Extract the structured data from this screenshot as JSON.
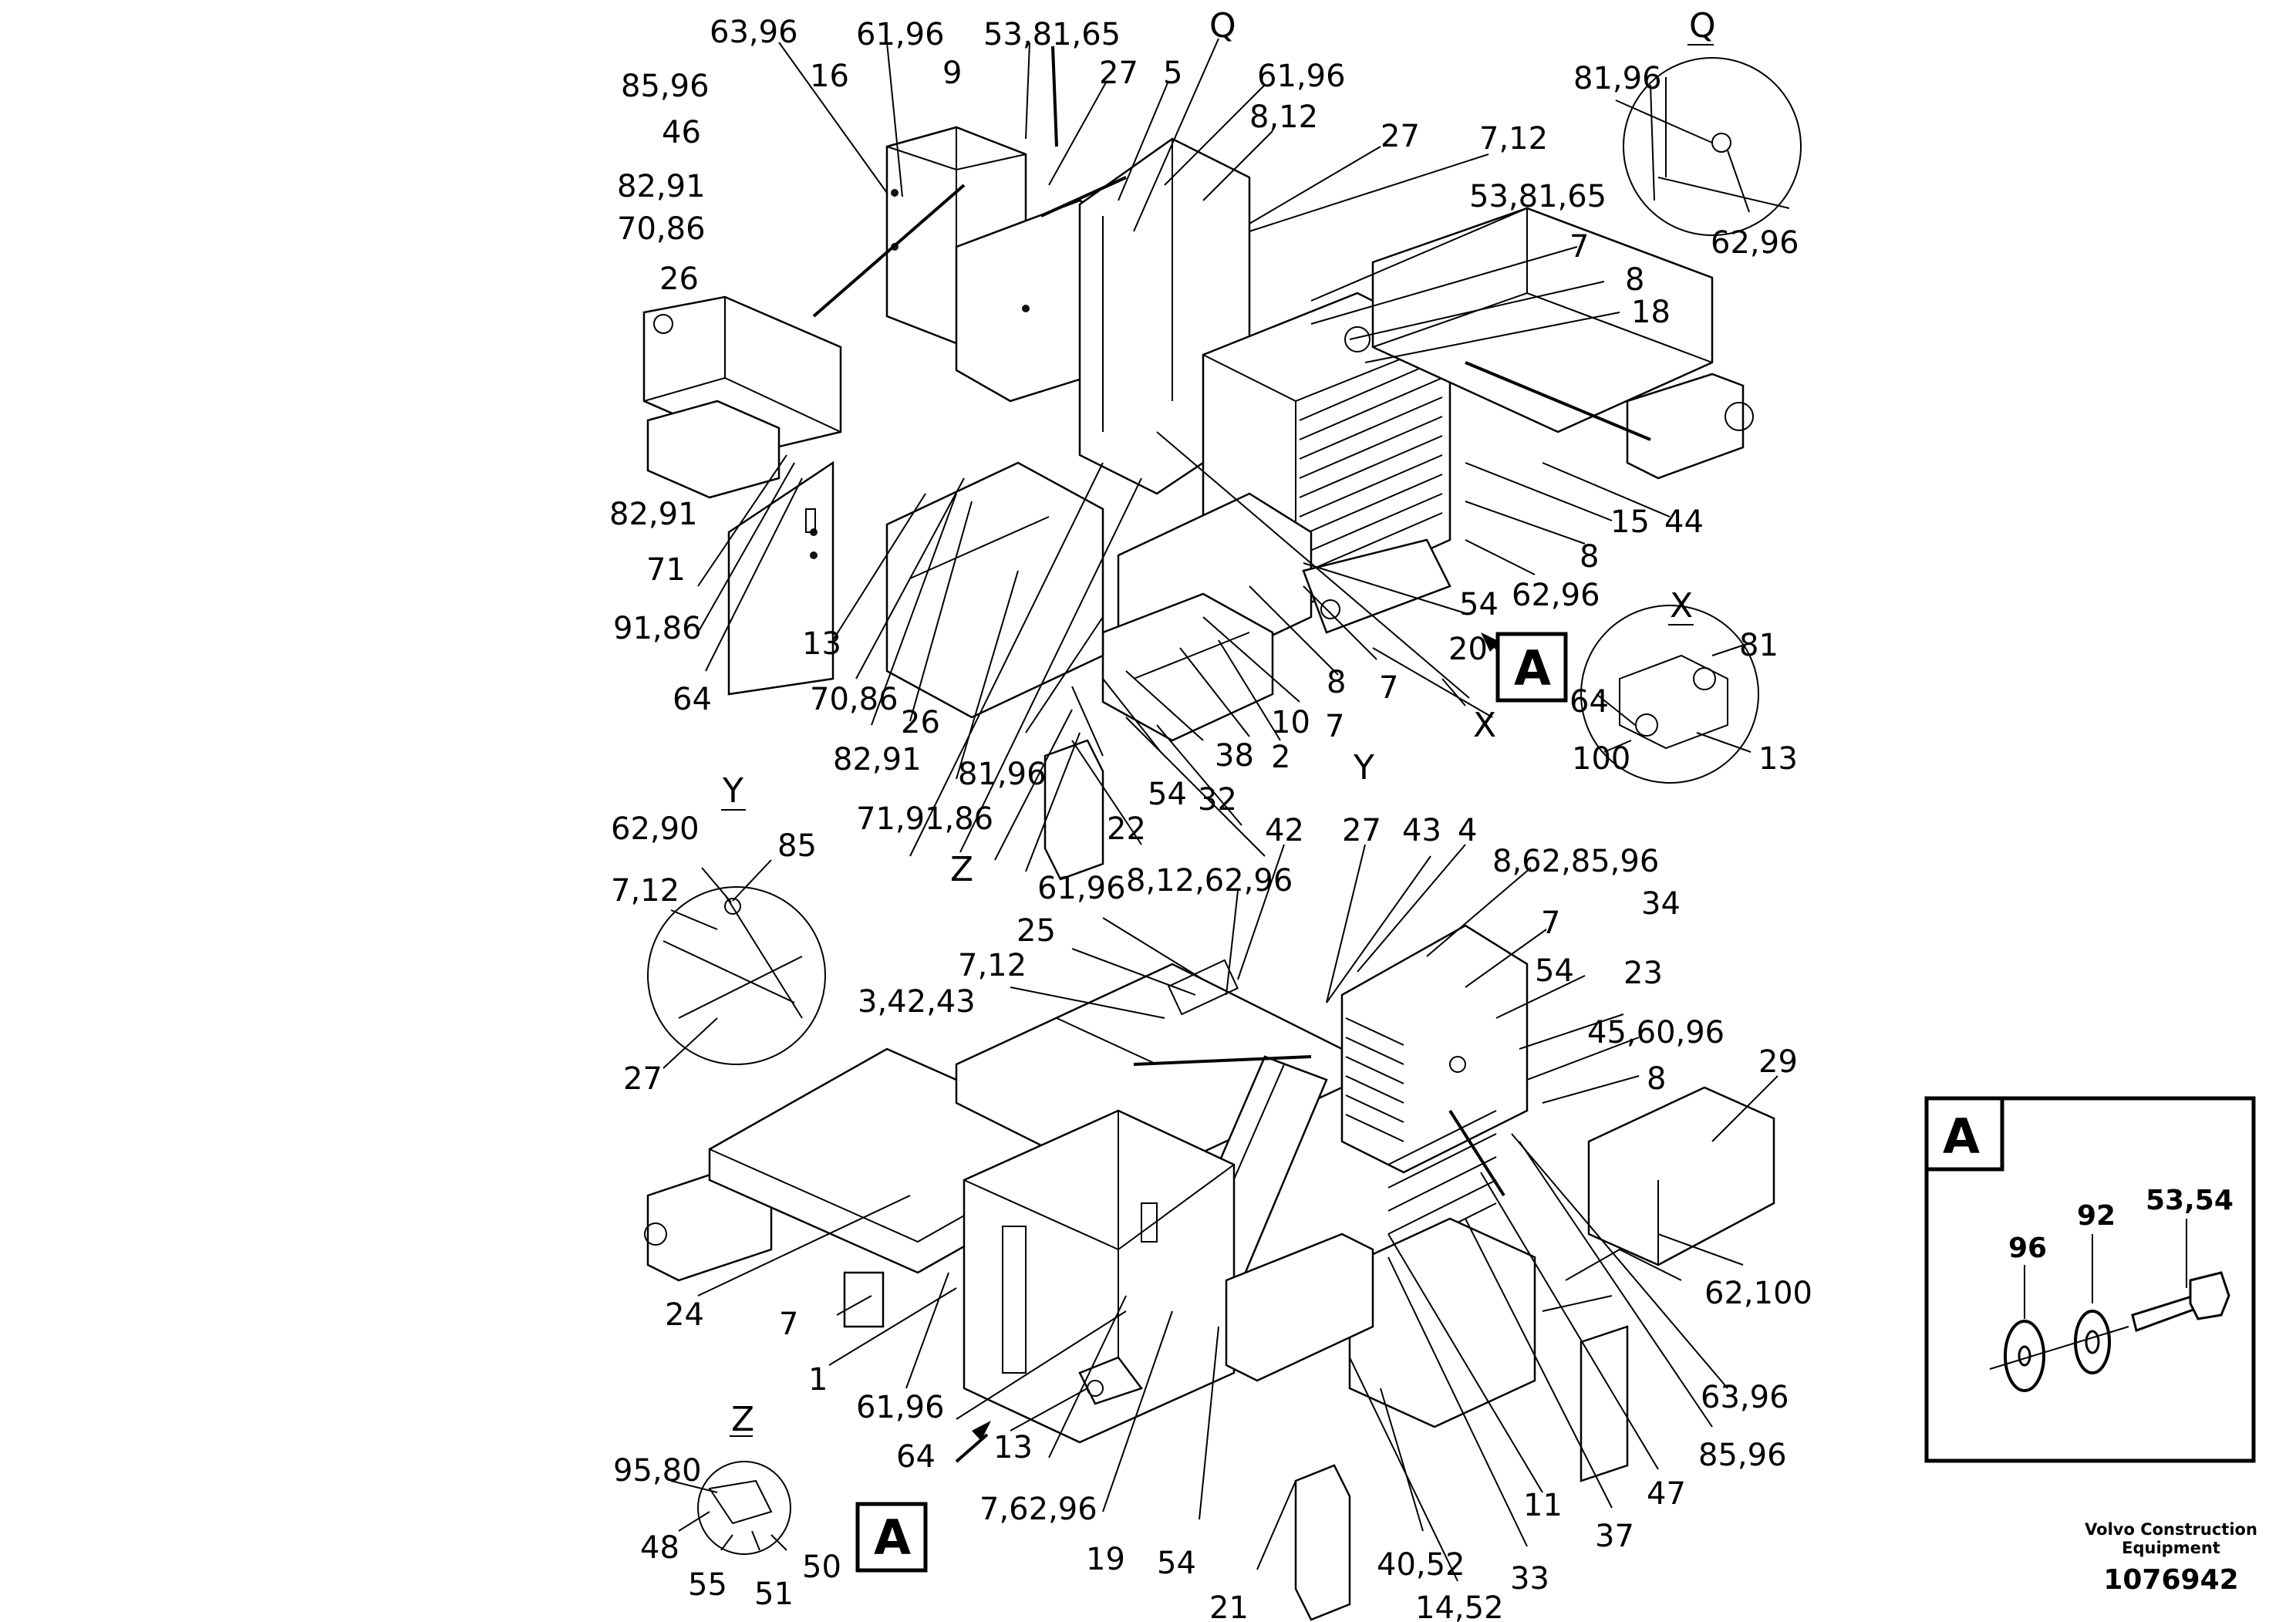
{
  "drawing": {
    "callouts_upper": [
      "63,96",
      "61,96",
      "53,81,65",
      "27",
      "5",
      "61,96",
      "8,12",
      "27",
      "7,12",
      "53,81,65",
      "7",
      "8",
      "18",
      "15",
      "44",
      "8",
      "62,96",
      "54",
      "20",
      "7",
      "8",
      "7",
      "10",
      "2",
      "38",
      "32",
      "54",
      "22",
      "81,96",
      "71,91,86",
      "82,91",
      "26",
      "70,86",
      "13",
      "64",
      "91,86",
      "71",
      "82,91",
      "26",
      "70,86",
      "82,91",
      "46",
      "85,96",
      "16",
      "9"
    ],
    "callouts_lower": [
      "42",
      "27",
      "43",
      "4",
      "8,62,85,96",
      "7",
      "34",
      "54",
      "23",
      "45,60,96",
      "8",
      "29",
      "61,96",
      "8,12,62,96",
      "25",
      "7,12",
      "3,42,43",
      "24",
      "7",
      "1",
      "61,96",
      "64",
      "13",
      "7,62,96",
      "19",
      "54",
      "21",
      "40,52",
      "14,52",
      "33",
      "11",
      "37",
      "47",
      "85,96",
      "63,96",
      "62,100"
    ],
    "view_markers": {
      "Q": "Q",
      "X": "X",
      "Y": "Y",
      "Z": "Z",
      "A": "A"
    },
    "detail_q": [
      "81,96",
      "62,96"
    ],
    "detail_x": [
      "81",
      "64",
      "100",
      "13"
    ],
    "detail_y": [
      "62,90",
      "85",
      "7,12",
      "27"
    ],
    "detail_z": [
      "95,80",
      "48",
      "55",
      "51",
      "50"
    ],
    "detail_a": {
      "label": "A",
      "items": [
        "96",
        "92",
        "53,54"
      ]
    }
  },
  "footer": {
    "brand_line1": "Volvo Construction",
    "brand_line2": "Equipment",
    "part_number": "1076942"
  }
}
